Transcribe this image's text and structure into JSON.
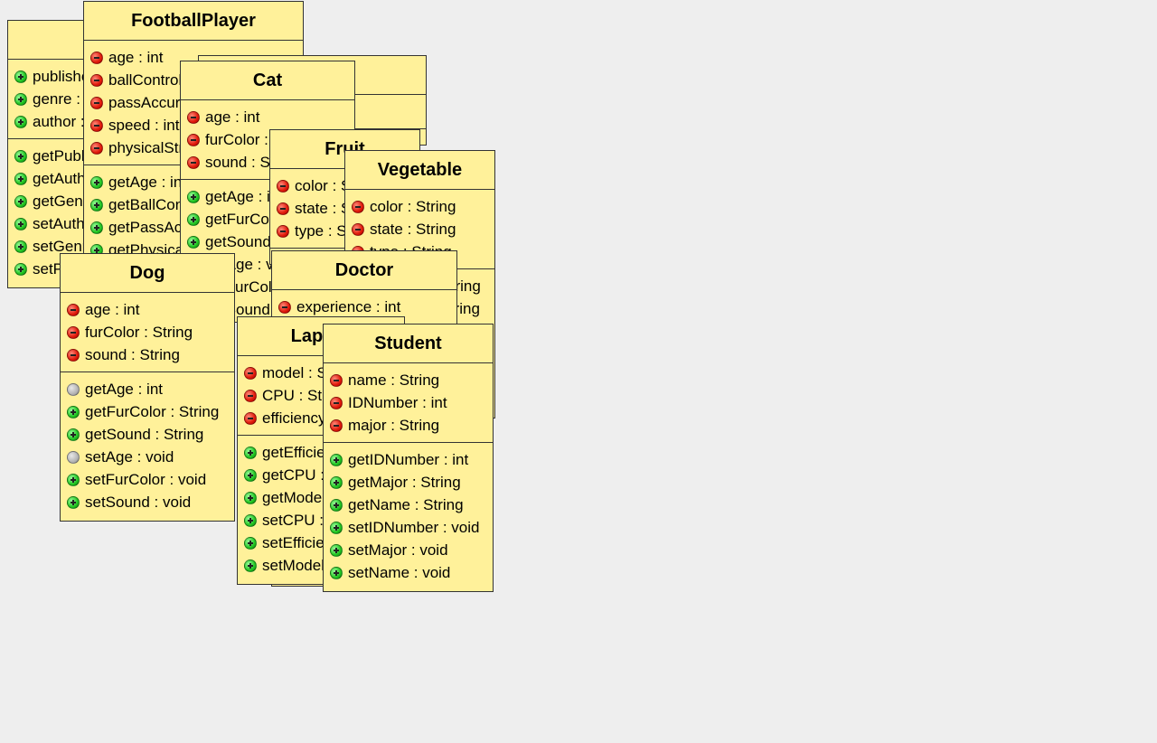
{
  "classes": {
    "book": {
      "name": "",
      "attributes": [
        {
          "vis": "pub",
          "text": "publishedDate : int"
        },
        {
          "vis": "pub",
          "text": "genre : String"
        },
        {
          "vis": "pub",
          "text": "author : String"
        }
      ],
      "methods": [
        {
          "vis": "pub",
          "text": "getPublishedDate : int"
        },
        {
          "vis": "pub",
          "text": "getAuthor : String"
        },
        {
          "vis": "pub",
          "text": "getGenre : String"
        },
        {
          "vis": "pub",
          "text": "setAuthor : void"
        },
        {
          "vis": "pub",
          "text": "setGenre : void"
        },
        {
          "vis": "pub",
          "text": "setPublishedDate : void"
        }
      ]
    },
    "football": {
      "name": "FootballPlayer",
      "attributes": [
        {
          "vis": "priv",
          "text": "age : int"
        },
        {
          "vis": "priv",
          "text": "ballControl : int"
        },
        {
          "vis": "priv",
          "text": "passAccuracy : int"
        },
        {
          "vis": "priv",
          "text": "speed : int"
        },
        {
          "vis": "priv",
          "text": "physicalStrength : int"
        }
      ],
      "methods": [
        {
          "vis": "pub",
          "text": "getAge : int"
        },
        {
          "vis": "pub",
          "text": "getBallControl : int"
        },
        {
          "vis": "pub",
          "text": "getPassAccuracy : int"
        },
        {
          "vis": "pub",
          "text": "getPhysicalStrength : int"
        }
      ]
    },
    "hidden": {
      "name": "",
      "attributes": [
        {
          "vis": "priv",
          "text": ""
        }
      ],
      "methods": []
    },
    "cat": {
      "name": "Cat",
      "attributes": [
        {
          "vis": "priv",
          "text": "age : int"
        },
        {
          "vis": "priv",
          "text": "furColor : String"
        },
        {
          "vis": "priv",
          "text": "sound : String"
        }
      ],
      "methods": [
        {
          "vis": "pub",
          "text": "getAge : int"
        },
        {
          "vis": "pub",
          "text": "getFurColor : String"
        },
        {
          "vis": "pub",
          "text": "getSound : String"
        },
        {
          "vis": "pub",
          "text": "setAge : void"
        },
        {
          "vis": "pub",
          "text": "setFurColor : void"
        },
        {
          "vis": "pub",
          "text": "setSound : void"
        }
      ]
    },
    "fruit": {
      "name": "Fruit",
      "attributes": [
        {
          "vis": "priv",
          "text": "color : String"
        },
        {
          "vis": "priv",
          "text": "state : String"
        },
        {
          "vis": "priv",
          "text": "type : String"
        }
      ],
      "methods": []
    },
    "vegetable": {
      "name": "Vegetable",
      "attributes": [
        {
          "vis": "priv",
          "text": "color : String"
        },
        {
          "vis": "priv",
          "text": "state : String"
        },
        {
          "vis": "priv",
          "text": "type : String"
        }
      ],
      "methods": [
        {
          "vis": "pub",
          "text": "getColor : String"
        },
        {
          "vis": "pub",
          "text": "getState : String"
        }
      ]
    },
    "doctor": {
      "name": "Doctor",
      "attributes": [
        {
          "vis": "priv",
          "text": "experience : int"
        }
      ],
      "methods": []
    },
    "dog": {
      "name": "Dog",
      "attributes": [
        {
          "vis": "priv",
          "text": "age : int"
        },
        {
          "vis": "priv",
          "text": "furColor : String"
        },
        {
          "vis": "priv",
          "text": "sound : String"
        }
      ],
      "methods": [
        {
          "vis": "pkg",
          "text": "getAge : int"
        },
        {
          "vis": "pub",
          "text": "getFurColor : String"
        },
        {
          "vis": "pub",
          "text": "getSound : String"
        },
        {
          "vis": "pkg",
          "text": "setAge : void"
        },
        {
          "vis": "pub",
          "text": "setFurColor : void"
        },
        {
          "vis": "pub",
          "text": "setSound : void"
        }
      ]
    },
    "laptop": {
      "name": "Laptop",
      "attributes": [
        {
          "vis": "priv",
          "text": "model : String"
        },
        {
          "vis": "priv",
          "text": "CPU : String"
        },
        {
          "vis": "priv",
          "text": "efficiency : int"
        }
      ],
      "methods": [
        {
          "vis": "pub",
          "text": "getEfficiency : int"
        },
        {
          "vis": "pub",
          "text": "getCPU : String"
        },
        {
          "vis": "pub",
          "text": "getModel : String"
        },
        {
          "vis": "pub",
          "text": "setCPU : void"
        },
        {
          "vis": "pub",
          "text": "setEfficiency : void"
        },
        {
          "vis": "pub",
          "text": "setModel : void"
        }
      ]
    },
    "student": {
      "name": "Student",
      "attributes": [
        {
          "vis": "priv",
          "text": "name : String"
        },
        {
          "vis": "priv",
          "text": "IDNumber : int"
        },
        {
          "vis": "priv",
          "text": "major : String"
        }
      ],
      "methods": [
        {
          "vis": "pub",
          "text": "getIDNumber : int"
        },
        {
          "vis": "pub",
          "text": "getMajor : String"
        },
        {
          "vis": "pub",
          "text": "getName : String"
        },
        {
          "vis": "pub",
          "text": "setIDNumber : void"
        },
        {
          "vis": "pub",
          "text": "setMajor : void"
        },
        {
          "vis": "pub",
          "text": "setName : void"
        }
      ]
    }
  }
}
